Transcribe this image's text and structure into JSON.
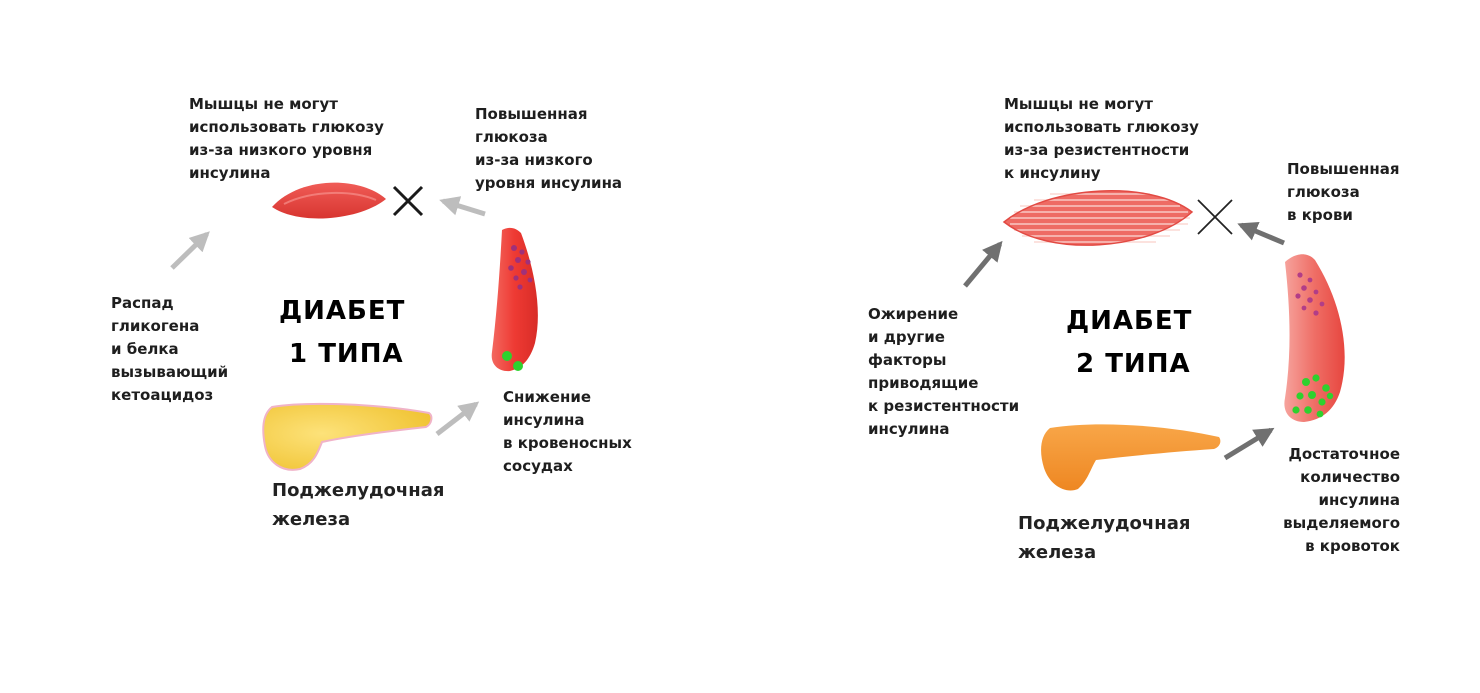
{
  "type1": {
    "title": "ДИАБЕТ\n 1 ТИПА",
    "muscle_text": "Мышцы не могут\nиспользовать глюкозу\nиз-за низкого уровня\nинсулина",
    "glucose_text": "Повышенная\nглюкоза\nиз-за низкого\nуровня инсулина",
    "breakdown_text": "Распад\nгликогена\nи белка\nвызывающий\nкетоацидоз",
    "insulin_text": "Снижение\nинсулина\nв кровеносных\nсосудах",
    "pancreas_text": "Поджелудочная\nжелеза"
  },
  "type2": {
    "title": "ДИАБЕТ\n 2 ТИПА",
    "muscle_text": "Мышцы не могут\nиспользовать глюкозу\nиз-за резистентности\nк инсулину",
    "glucose_text": "Повышенная\nглюкоза\nв крови",
    "obesity_text": "Ожирение\nи другие\nфакторы\nприводящие\nк резистентности\nинсулина",
    "insulin_text": "Достаточное\nколичество\nинсулина\nвыделяемого\nв кровоток",
    "pancreas_text": "Поджелудочная\nжелеза"
  },
  "colors": {
    "muscle_red": "#e8423f",
    "vessel_red": "#f03a32",
    "glucose_purple": "#a0307a",
    "insulin_green": "#2ed12e",
    "pancreas_yellow": "#f6d24a",
    "pancreas_orange": "#f39229",
    "arrow_gray_light": "#bdbdbd",
    "arrow_gray_dark": "#707070"
  }
}
